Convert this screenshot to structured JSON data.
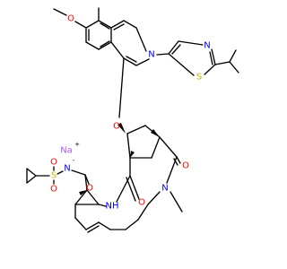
{
  "colors": {
    "bond": "#000000",
    "carbon": "#000000",
    "oxygen": "#ff0000",
    "nitrogen": "#0000ff",
    "sulfur": "#b8b800",
    "sodium": "#ab5cf2"
  },
  "atom_labels": {
    "methoxy_O": "O",
    "quinoline_N": "N",
    "thiazole_N": "N",
    "thiazole_S": "S",
    "ether_O": "O",
    "sodium": "Na",
    "sodium_charge": "+",
    "sulfonamide_N": "N",
    "sulfonamide_charge": "-",
    "sulfonyl_S": "S",
    "sulfonyl_O_top": "O",
    "sulfonyl_O_bottom": "O",
    "amide_carbonyl_O": "O",
    "macro_amide_NH": "NH",
    "lactam_carbonyl_O": "O",
    "ring_amide_O": "O",
    "N_methyl_N": "N"
  }
}
